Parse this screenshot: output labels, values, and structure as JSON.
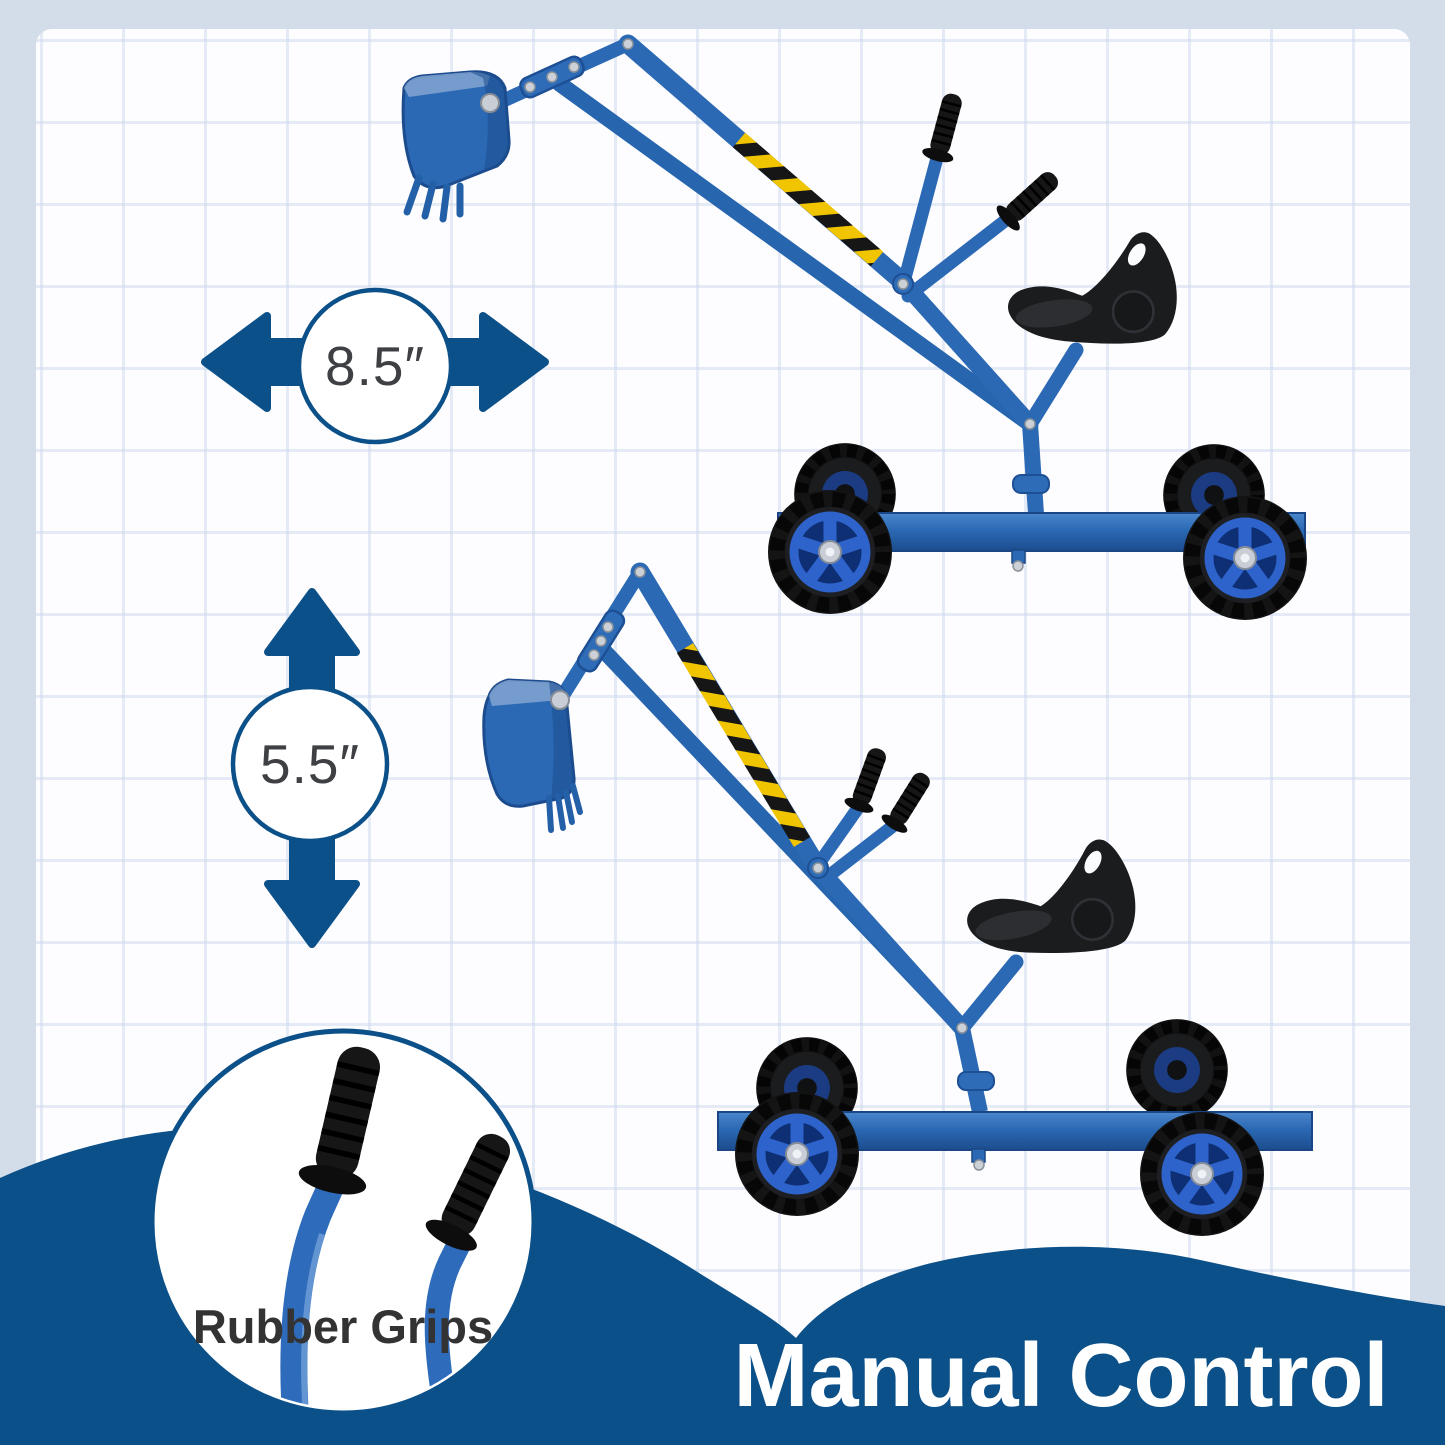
{
  "page": {
    "type": "product-feature-infographic",
    "subject": "kids ride-on sand digger excavator shown in two arm positions",
    "caption": "Manual Control",
    "inset_label": "Rubber Grips",
    "dimension_annotations": {
      "width_label": "8.5″",
      "height_label": "5.5″"
    },
    "colors": {
      "accent_navy": "#0B5088",
      "steel_blue": "#2B69B4",
      "wheel_rim_blue": "#2D63CB",
      "hazard_yellow": "#F0C500",
      "page_border": "#D3DCE9",
      "grid_line": "#D0DAEE",
      "dimension_text": "#3E4043",
      "inset_text": "#333333",
      "caption_text": "#FFFFFF"
    }
  }
}
